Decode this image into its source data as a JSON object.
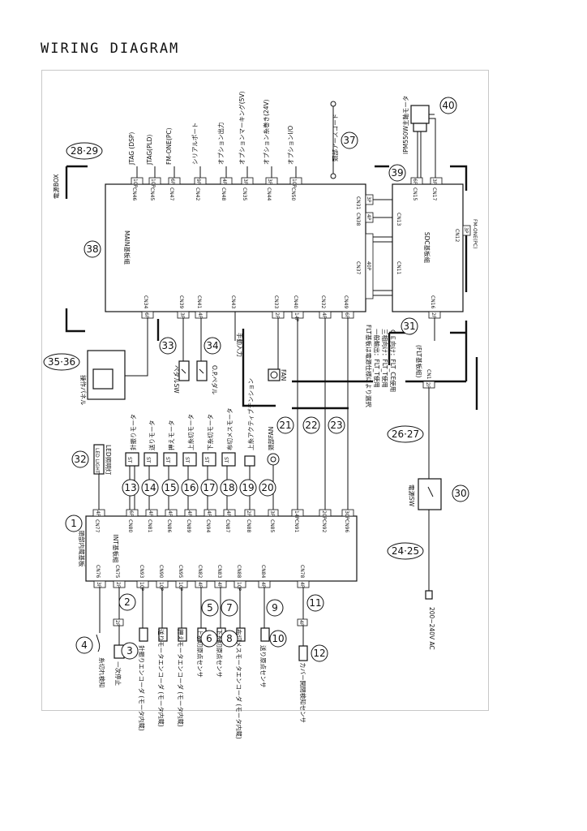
{
  "title": "WIRING DIAGRAM",
  "boards": {
    "main": "MAIN基板組",
    "sdc": "SDC基板組",
    "int": "INT基板組",
    "int_sub": "頭部内蔵基板"
  },
  "main_top": [
    {
      "cn": "CN46",
      "pin": "10P",
      "label": "JTAG (DSP)"
    },
    {
      "cn": "CN45",
      "pin": "10P",
      "label": "JTAG(PLD)"
    },
    {
      "cn": "CN47",
      "pin": "6P",
      "label": "FM-ONE(PC)"
    },
    {
      "cn": "CN42",
      "pin": "9P",
      "label": "シリアルポート"
    },
    {
      "cn": "CN48",
      "pin": "4P",
      "label": "オプション出力"
    },
    {
      "cn": "CN35",
      "pin": "3P",
      "label": "オプションマーキング(5V)"
    },
    {
      "cn": "CN44",
      "pin": "3P",
      "label": "オプション糸巻き(24V)"
    },
    {
      "cn": "CN50",
      "pin": "10P",
      "label": "オプションI/O"
    }
  ],
  "main_bottom": [
    {
      "cn": "CN34",
      "pin": "6P"
    },
    {
      "cn": "CN39",
      "pin": "3P"
    },
    {
      "cn": "CN41",
      "pin": "4P"
    },
    {
      "cn": "CN43",
      "pin": ""
    },
    {
      "cn": "CN33",
      "pin": "2P"
    },
    {
      "cn": "CN40",
      "pin": "14P"
    },
    {
      "cn": "CN32",
      "pin": "4P"
    },
    {
      "cn": "CN49",
      "pin": "6P"
    }
  ],
  "main_right": [
    {
      "cn": "CN31",
      "pin": "3P"
    },
    {
      "cn": "CN38",
      "pin": "4P"
    },
    {
      "cn": "CN37",
      "pin": "40P"
    }
  ],
  "sdc_top": [
    {
      "cn": "CN15",
      "pin": "6P"
    },
    {
      "cn": "CN17",
      "pin": "3P"
    }
  ],
  "sdc_left": [
    {
      "cn": "CN13"
    },
    {
      "cn": "CN11"
    }
  ],
  "sdc_right": {
    "cn": "CN12",
    "pin": "3P",
    "label": "FM-ONE(PC)"
  },
  "sdc_bottom": {
    "cn": "CN16",
    "pin": "2P"
  },
  "int_top": [
    {
      "cn": "CN77",
      "pin": "4P"
    },
    {
      "cn": "CN80",
      "pin": "6P"
    },
    {
      "cn": "CN81",
      "pin": "4P"
    },
    {
      "cn": "CN86",
      "pin": "4P"
    },
    {
      "cn": "CN89",
      "pin": "4P"
    },
    {
      "cn": "CN94",
      "pin": "4P"
    },
    {
      "cn": "CN87",
      "pin": "4P"
    },
    {
      "cn": "CN88",
      "pin": "2P"
    },
    {
      "cn": "CN85",
      "pin": "3P"
    },
    {
      "cn": "CN91",
      "pin": "14P"
    },
    {
      "cn": "CN92",
      "pin": "20P"
    },
    {
      "cn": "CN96",
      "pin": "30P"
    }
  ],
  "int_bottom": [
    {
      "cn": "CN76",
      "pin": "3P"
    },
    {
      "cn": "CN75",
      "pin": "2P"
    },
    {
      "cn": "CN93",
      "pin": "10P"
    },
    {
      "cn": "CN90",
      "pin": "10P"
    },
    {
      "cn": "CN95",
      "pin": "10P"
    },
    {
      "cn": "CN82",
      "pin": "4P"
    },
    {
      "cn": "CN83",
      "pin": "4P"
    },
    {
      "cn": "CN88",
      "pin": "10P"
    },
    {
      "cn": "CN84",
      "pin": "4P"
    },
    {
      "cn": "CN78",
      "pin": "4P"
    }
  ],
  "motors": [
    {
      "num": "13",
      "label": "針振りモータ"
    },
    {
      "num": "14",
      "label": "送りモータ"
    },
    {
      "num": "15",
      "label": "押えモータ"
    },
    {
      "num": "16",
      "label": "上糸切モータ"
    },
    {
      "num": "17",
      "label": "下糸切モータ"
    },
    {
      "num": "18",
      "label": "布切メスモータ"
    },
    {
      "num": "19",
      "label": "上糸アクティブテンション"
    },
    {
      "num": "20",
      "label": "頭部FAN"
    }
  ],
  "motor_box_text": "ST",
  "bottom_items": [
    {
      "num": "4",
      "label": "糸切れ検知"
    },
    {
      "num": "3",
      "label": "一次停止"
    },
    {
      "num": "",
      "label": "針振りエンコーダ (モータ内蔵)"
    },
    {
      "num": "",
      "label": "送りモータエンコーダ (モータ内蔵)"
    },
    {
      "num": "",
      "label": "押えモータエンコーダ (モータ内蔵)"
    },
    {
      "num": "6",
      "label": "上糸切原点センサ"
    },
    {
      "num": "8",
      "label": "下糸切原点センサ"
    },
    {
      "num": "",
      "label": "布切メスモータエンコーダ (モータ内蔵)"
    },
    {
      "num": "10",
      "label": "送り原点センサ"
    },
    {
      "num": "12",
      "label": "カバー開閉検知センサ"
    }
  ],
  "bottom_small_nums": [
    "2",
    "5",
    "7",
    "9",
    "11"
  ],
  "small_conns": [
    {
      "pin": "2P"
    },
    {
      "pin": "4P"
    }
  ],
  "callouts": {
    "n1": "1",
    "n2829": "28·29",
    "n3536": "35·36",
    "n32": "32",
    "n33": "33",
    "n34": "34",
    "n37": "37",
    "n38": "38",
    "n39": "39",
    "n40": "40",
    "n31": "31",
    "n21": "21",
    "n22": "22",
    "n23": "23",
    "n2627": "26·27",
    "n30": "30",
    "n2425": "24·25"
  },
  "labels": {
    "power_box": "電源BOX",
    "led_lamp": "LED照明灯",
    "led_lamp_box": "LED LIGHT",
    "op_panel": "操作パネル",
    "pedal_sw": "ペダルSW",
    "op_pedal": "O.P.ペダル",
    "hand_pulley": "手動入力",
    "fan": "FAN",
    "head_earth": "頭部アースコード",
    "main_motor": "IPM550W主軸モータ",
    "flt_board": "(FLT基板組)",
    "flt_cn": "CN1",
    "flt_pin": "2P",
    "flt_note_1": "FLT基板は電源仕様により選択",
    "flt_note_2": "一般輸出：FLT_T使用",
    "flt_note_3": "三相向け：FLT_T使用",
    "flt_note_4": "ＣＥ向け：FLT_CE使用",
    "power_sw": "電源SW",
    "ac": "200~240V  AC"
  },
  "colors": {
    "line": "#111111",
    "frame": "#c8c8c8",
    "background": "#ffffff"
  }
}
